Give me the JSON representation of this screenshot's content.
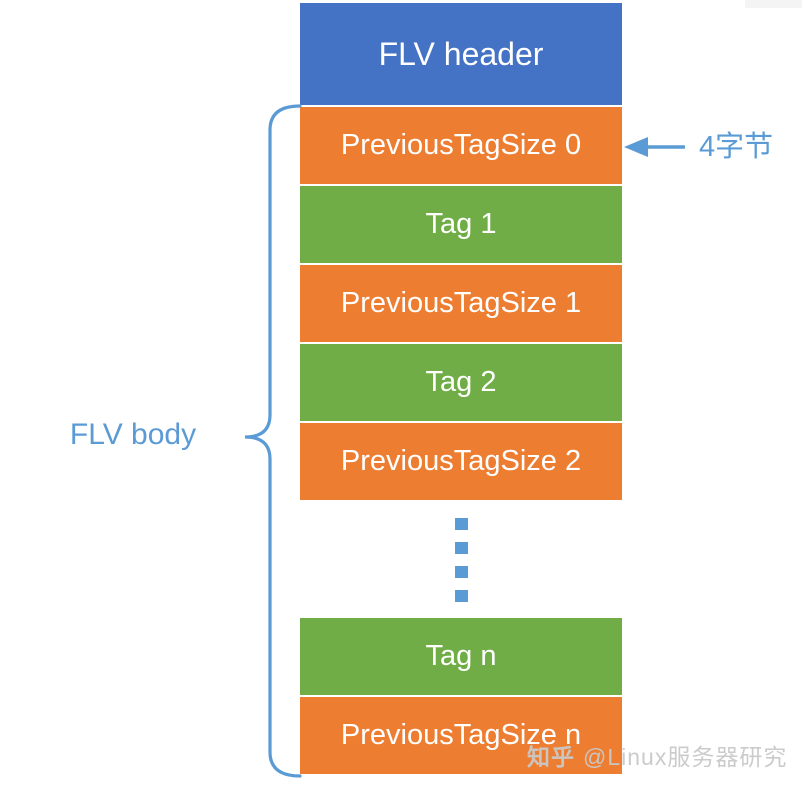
{
  "title": "FLV file structure diagram",
  "colors": {
    "header_blue": "#4472C4",
    "size_orange": "#ED7D31",
    "tag_green": "#70AD47",
    "accent_blue": "#5B9BD5",
    "box_text": "#FFFFFF",
    "watermark_gray": "#C9C9C9"
  },
  "header_box": {
    "label": "FLV header"
  },
  "body_rows": [
    {
      "kind": "size",
      "label": "PreviousTagSize 0"
    },
    {
      "kind": "tag",
      "label": "Tag 1"
    },
    {
      "kind": "size",
      "label": "PreviousTagSize 1"
    },
    {
      "kind": "tag",
      "label": "Tag 2"
    },
    {
      "kind": "size",
      "label": "PreviousTagSize 2"
    },
    {
      "kind": "ellipsis",
      "dash_count": 4
    },
    {
      "kind": "tag",
      "label": "Tag n"
    },
    {
      "kind": "size",
      "label": "PreviousTagSize n"
    }
  ],
  "brace_label": "FLV body",
  "annotation": {
    "label": "4字节"
  },
  "watermark": {
    "brand": "知乎",
    "handle": "@Linux服务器研究"
  }
}
